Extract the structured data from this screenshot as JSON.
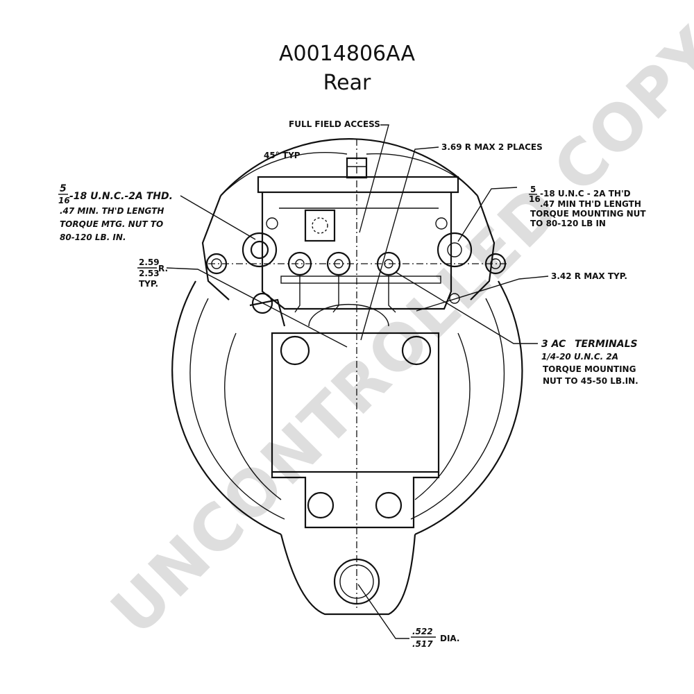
{
  "header": {
    "part_number": "A0014806AA",
    "view": "Rear"
  },
  "watermark": "UNCONTROLLED COPY",
  "labels": {
    "full_field_access": "FULL FIELD ACCESS",
    "angle_typ": "45° TYP",
    "radius_max_2": "3.69 R MAX 2 PLACES",
    "left_thread": {
      "frac_num": "5",
      "frac_den": "16",
      "line1": "-18 U.N.C.-2A THD.",
      "line2": ".47 MIN. TH'D LENGTH",
      "line3": "TORQUE MTG. NUT TO",
      "line4": "80-120 LB. IN."
    },
    "right_thread": {
      "frac_num": "5",
      "frac_den": "16",
      "line1": "-18 U.N.C - 2A TH'D",
      "line2": ".47 MIN TH'D LENGTH",
      "line3": "TORQUE MOUNTING NUT",
      "line4": "TO 80-120 LB IN"
    },
    "radius_small": {
      "upper": "2.59",
      "lower": "2.53",
      "suffix": "R.",
      "typ": "TYP."
    },
    "radius_max_typ": "3.42 R MAX TYP.",
    "ac_terminals": {
      "line1_bold": "3 AC",
      "line1_rest": "TERMINALS",
      "line2": "1/4-20 U.N.C. 2A",
      "line3": "TORQUE MOUNTING",
      "line4": "NUT TO 45-50 LB.IN."
    },
    "dia": {
      "upper": ".522",
      "lower": ".517",
      "suffix": "DIA."
    }
  },
  "colors": {
    "ink": "#111111",
    "paper": "#ffffff",
    "watermark": "#dddddd"
  }
}
